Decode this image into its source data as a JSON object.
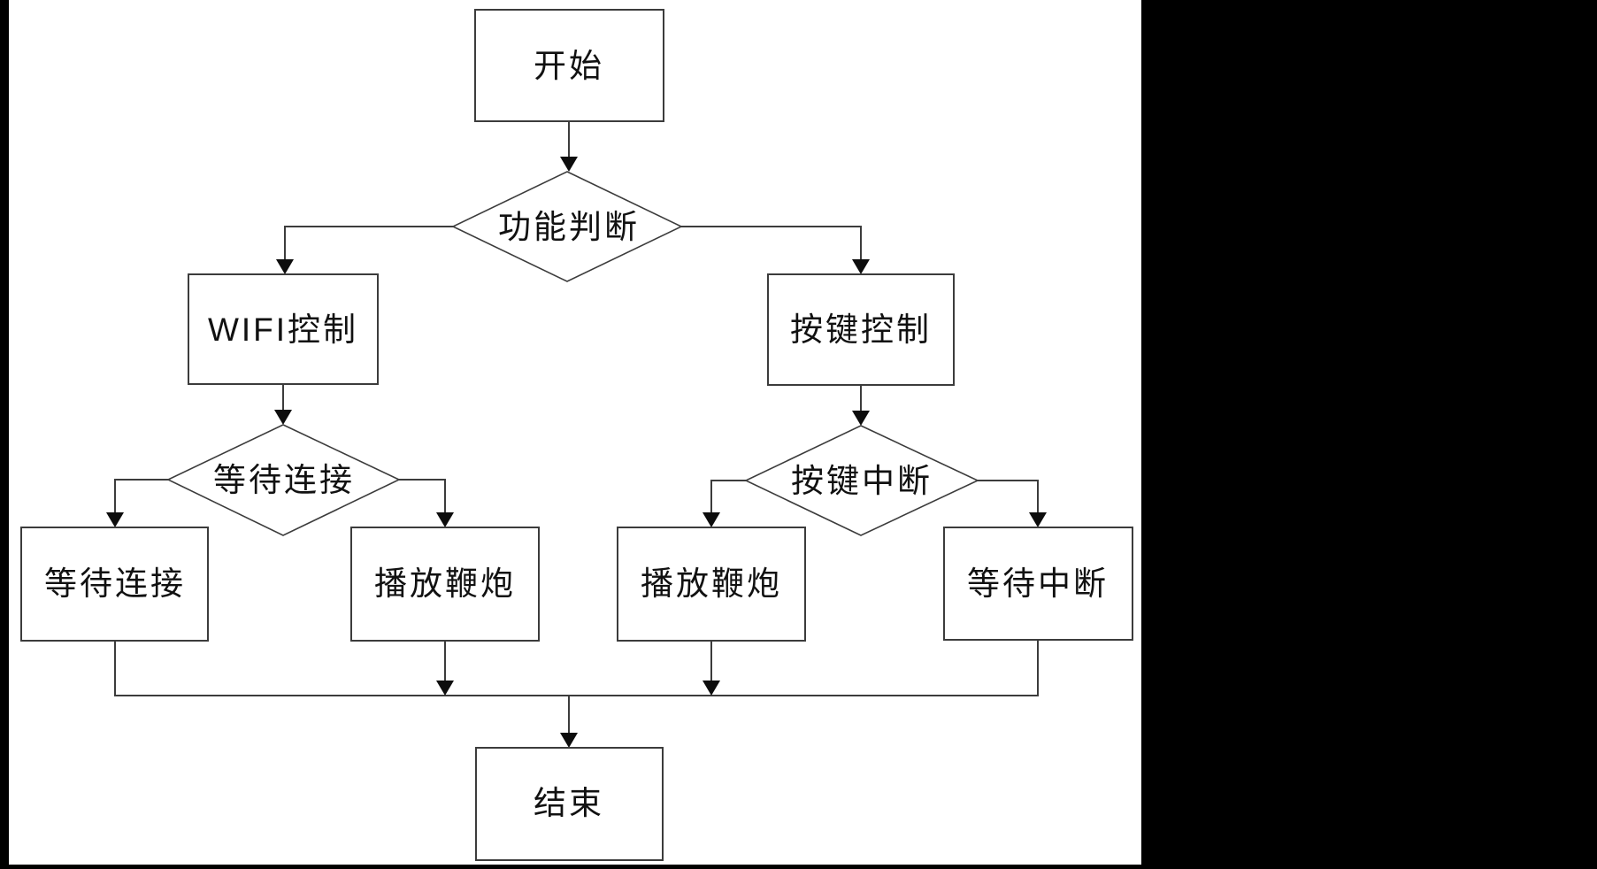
{
  "canvas": {
    "background_color": "#000000",
    "surface_color": "#ffffff",
    "line_color": "#3c3c3c",
    "text_color": "#111111"
  },
  "flowchart": {
    "nodes": {
      "start": {
        "label": "开始",
        "shape": "rectangle"
      },
      "function_decision": {
        "label": "功能判断",
        "shape": "diamond"
      },
      "wifi_control": {
        "label": "WIFI控制",
        "shape": "rectangle"
      },
      "key_control": {
        "label": "按键控制",
        "shape": "rectangle"
      },
      "wait_connect_decision": {
        "label": "等待连接",
        "shape": "diamond"
      },
      "key_interrupt_decision": {
        "label": "按键中断",
        "shape": "diamond"
      },
      "wait_connect": {
        "label": "等待连接",
        "shape": "rectangle"
      },
      "play_firecracker_left": {
        "label": "播放鞭炮",
        "shape": "rectangle"
      },
      "play_firecracker_right": {
        "label": "播放鞭炮",
        "shape": "rectangle"
      },
      "wait_interrupt": {
        "label": "等待中断",
        "shape": "rectangle"
      },
      "end": {
        "label": "结束",
        "shape": "rectangle"
      }
    }
  }
}
